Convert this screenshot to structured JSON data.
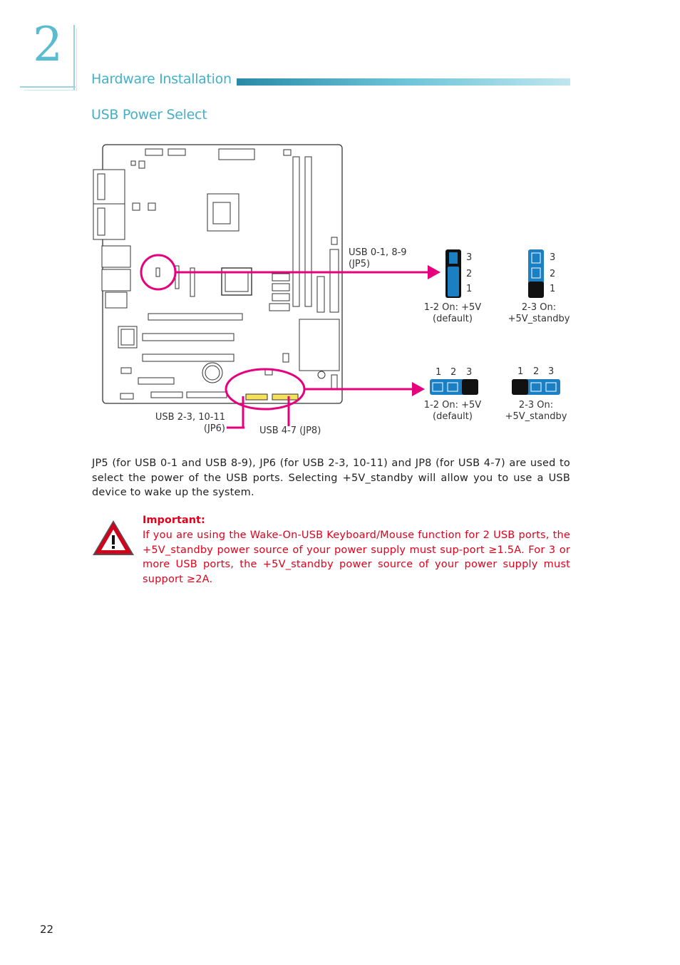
{
  "chapter": {
    "number": "2",
    "title": "Hardware Installation"
  },
  "section": {
    "title": "USB Power Select"
  },
  "diagram": {
    "callout_jp5": "USB 0-1, 8-9\n(JP5)",
    "callout_jp6": "USB 2-3, 10-11\n(JP6)",
    "callout_jp8": "USB 4-7 (JP8)",
    "vertical_pins": {
      "p3": "3",
      "p2": "2",
      "p1": "1"
    },
    "horizontal_pins": {
      "p1": "1",
      "p2": "2",
      "p3": "3"
    },
    "jp5_option_a": "1-2 On: +5V\n(default)",
    "jp5_option_b": "2-3 On:\n+5V_standby",
    "jp68_option_a": "1-2 On: +5V\n(default)",
    "jp68_option_b": "2-3 On:\n+5V_standby"
  },
  "body": {
    "paragraph": "JP5 (for USB 0-1 and USB 8-9), JP6 (for USB 2-3, 10-11) and JP8 (for USB 4-7) are used to select the power of the USB ports. Selecting +5V_standby will allow you to use a USB device to wake up the system."
  },
  "important": {
    "title": "Important:",
    "text": "If you are using the Wake-On-USB Keyboard/Mouse function for 2 USB ports, the +5V_standby power source of your power supply must sup-port ≥1.5A. For 3 or more USB ports, the +5V_standby power source of your power supply must support ≥2A."
  },
  "footer": {
    "page_number": "22"
  },
  "colors": {
    "accent": "#45b0c9",
    "callout": "#e6007e",
    "jumper_on": "#1b7fc4",
    "warning": "#e3001b"
  }
}
